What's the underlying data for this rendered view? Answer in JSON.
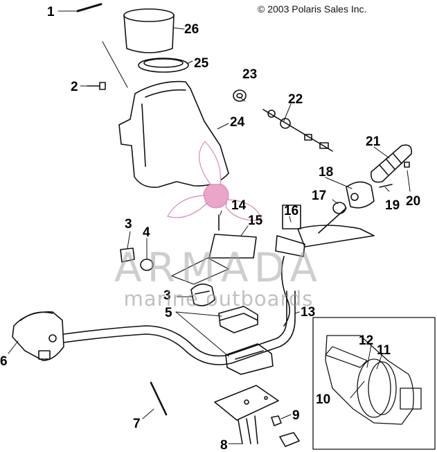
{
  "copyright": "© 2003 Polaris Sales Inc.",
  "watermark": {
    "brand": "ARMADA",
    "subtitle": "marine outboards",
    "logo_icon": "propeller-logo-icon",
    "logo_color": "#e9a6c8"
  },
  "callouts": [
    "1",
    "2",
    "3",
    "3",
    "4",
    "5",
    "6",
    "7",
    "8",
    "9",
    "10",
    "11",
    "12",
    "13",
    "14",
    "15",
    "16",
    "17",
    "18",
    "19",
    "20",
    "21",
    "22",
    "23",
    "24",
    "25",
    "26"
  ],
  "inset_label": "detail-inset"
}
